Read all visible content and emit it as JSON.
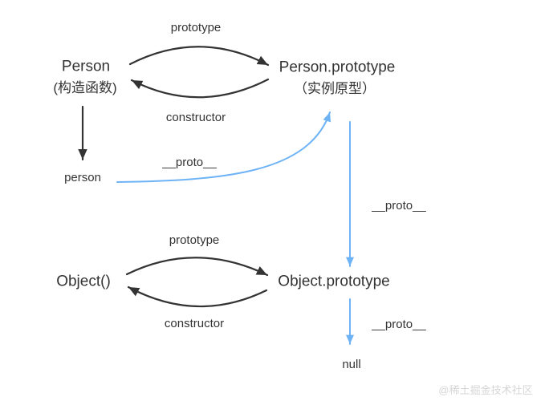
{
  "colors": {
    "ink": "#333333",
    "link": "#6db3f5",
    "watermark": "#d6d6d6",
    "bg": "#ffffff"
  },
  "nodes": {
    "person_constructor": {
      "title": "Person",
      "subtitle": "(构造函数)"
    },
    "person_prototype": {
      "title": "Person.prototype",
      "subtitle": "（实例原型）"
    },
    "person_instance": {
      "title": "person"
    },
    "object_constructor": {
      "title": "Object()"
    },
    "object_prototype": {
      "title": "Object.prototype"
    },
    "null_value": {
      "title": "null"
    }
  },
  "edges": {
    "person_prototype_link": {
      "label": "prototype"
    },
    "person_constructor_link": {
      "label": "constructor"
    },
    "person_instance_proto": {
      "label": "__proto__"
    },
    "prototype_chain_proto": {
      "label": "__proto__"
    },
    "object_prototype_link": {
      "label": "prototype"
    },
    "object_constructor_link": {
      "label": "constructor"
    },
    "object_null_proto": {
      "label": "__proto__"
    }
  },
  "watermark": "@稀土掘金技术社区"
}
